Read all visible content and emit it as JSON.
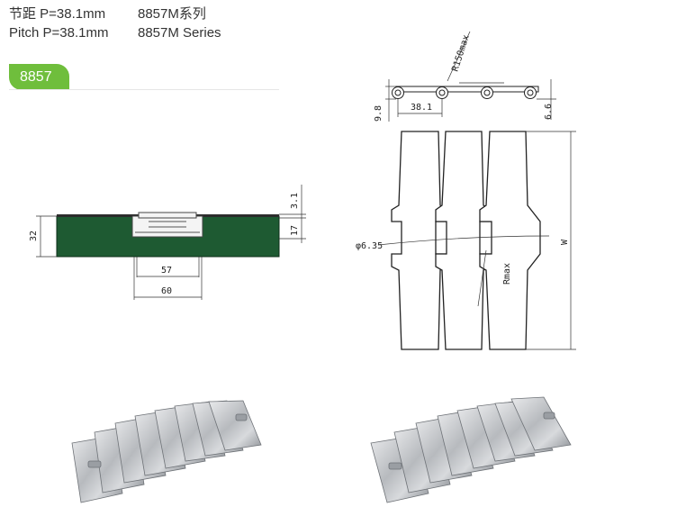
{
  "header": {
    "pitch_cn": "节距 P=38.1mm",
    "series_cn": "8857M系列",
    "pitch_en": "Pitch P=38.1mm",
    "series_en": "8857M Series"
  },
  "badge": {
    "label": "8857",
    "color": "#6fbe3c"
  },
  "cross_section": {
    "height": "32",
    "top_thickness": "3.1",
    "side_height": "17",
    "inner_width": "57",
    "outer_width": "60",
    "fill_color": "#1e5a32"
  },
  "side_view": {
    "radius": "R150max",
    "thickness": "9.8",
    "pitch": "38.1",
    "hinge_height": "6.6"
  },
  "top_view": {
    "pin_diameter": "φ6.35",
    "rmax": "Rmax",
    "width": "W"
  }
}
